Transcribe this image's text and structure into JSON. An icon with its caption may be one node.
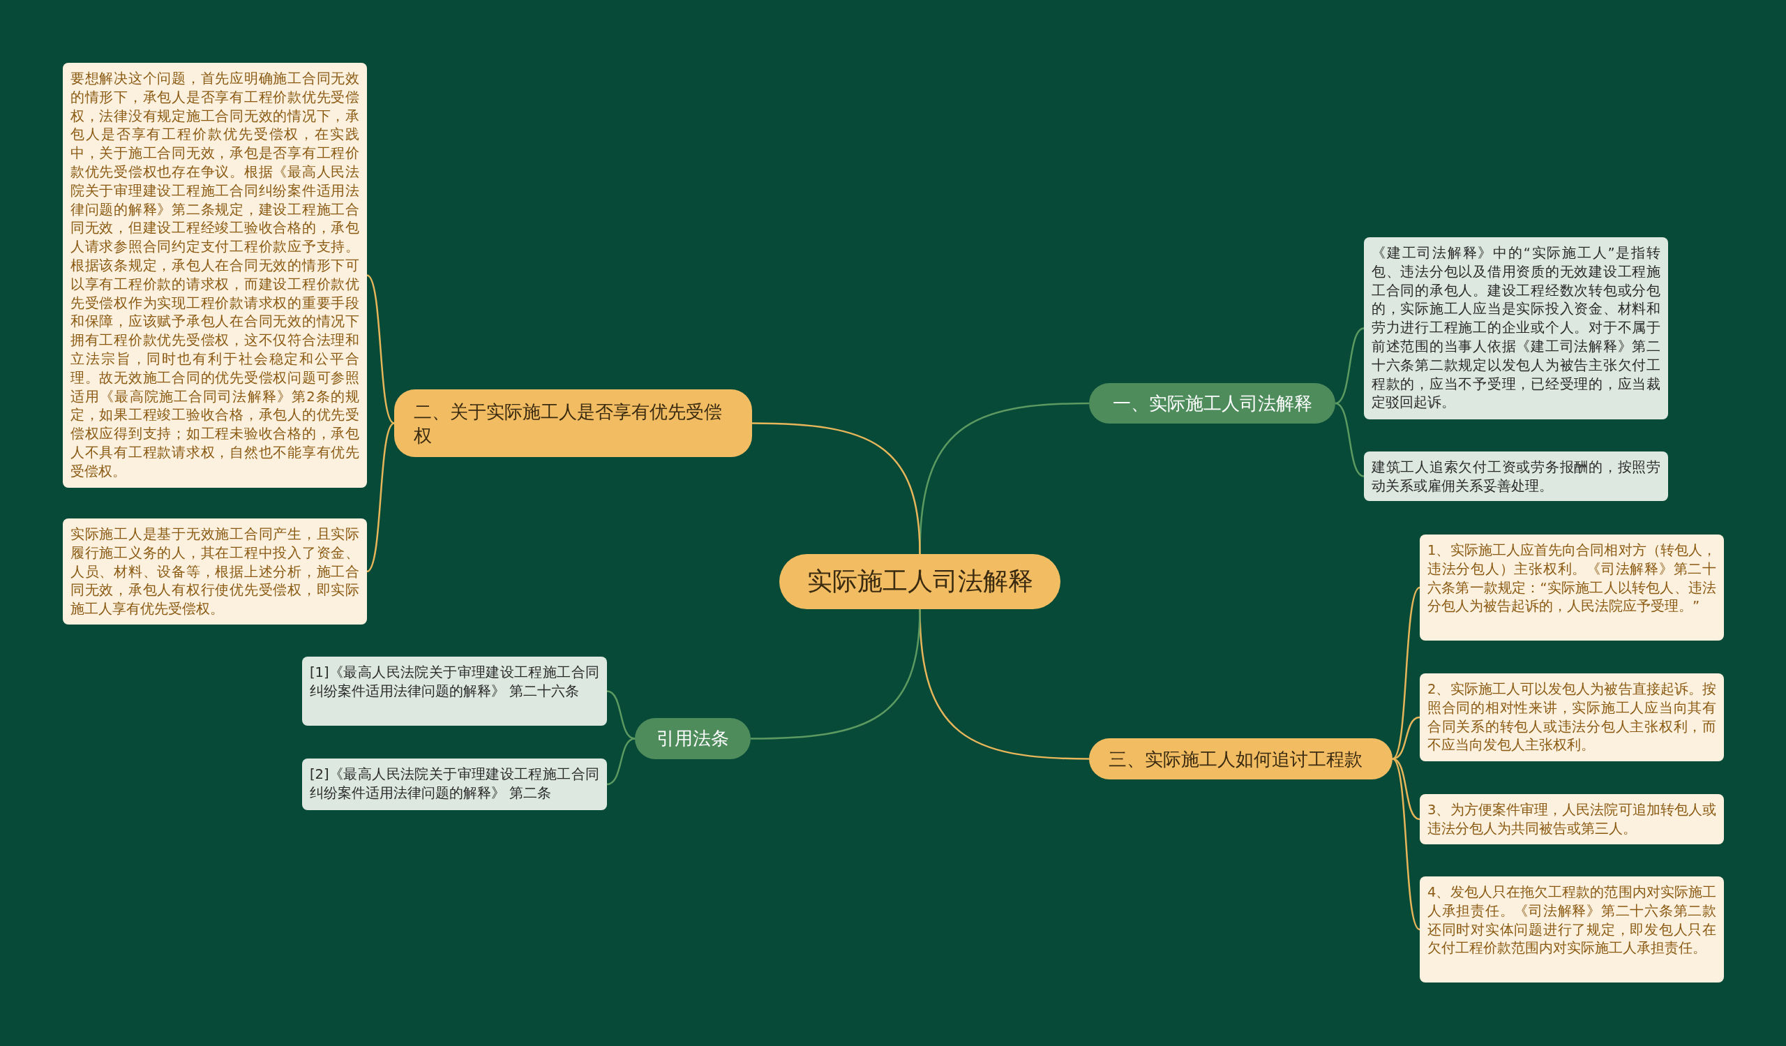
{
  "diagram": {
    "nodes": [
      {
        "text": [
          "实际施工人司法解释"
        ]
      },
      {
        "text": [
          "一、实际施工人司法解释"
        ]
      },
      {
        "text": [
          "《建工司法解释》中的“实际施工人”是指转包、违法分包以及借用资质的无效建设工程施工合同的承包人。建设工程经数次转包或分包的，实际施工人应当是实际投入资金、材料和劳力进行工程施工的企业或个人。对于不属于前述范围的当事人依据《建工司法解释》第二十六条第二款规定以发包人为被告主张欠付工程款的，应当不予受理，已经受理的，应当裁定驳回起诉。"
        ]
      },
      {
        "text": [
          "建筑工人追索欠付工资或劳务报酬的，按照劳动关系或雇佣关系妥善处理。"
        ]
      },
      {
        "text": [
          "三、实际施工人如何追讨工程款"
        ]
      },
      {
        "text": [
          "1、实际施工人应首先向合同相对方（转包人，违法分包人）主张权利。《司法解释》第二十六条第一款规定：“实际施工人以转包人、违法分包人为被告起诉的，人民法院应予受理。”"
        ]
      },
      {
        "text": [
          "2、实际施工人可以发包人为被告直接起诉。按照合同的相对性来讲，实际施工人应当向其有合同关系的转包人或违法分包人主张权利，而不应当向发包人主张权利。"
        ]
      },
      {
        "text": [
          "3、为方便案件审理，人民法院可追加转包人或违法分包人为共同被告或第三人。"
        ]
      },
      {
        "text": [
          "4、发包人只在拖欠工程款的范围内对实际施工人承担责任。《司法解释》第二十六条第二款还同时对实体问题进行了规定，即发包人只在欠付工程价款范围内对实际施工人承担责任。"
        ]
      },
      {
        "text": [
          "二、关于实际施工人是否享有优先受偿权"
        ]
      },
      {
        "text": [
          "要想解决这个问题，首先应明确施工合同无效的情形下，承包人是否享有工程价款优先受偿权，法律没有规定施工合同无效的情况下，承包人是否享有工程价款优先受偿权，在实践中，关于施工合同无效，承包是否享有工程价款优先受偿权也存在争议。根据《最高人民法院关于审理建设工程施工合同纠纷案件适用法律问题的解释》第二条规定，建设工程施工合同无效，但建设工程经竣工验收合格的，承包人请求参照合同约定支付工程价款应予支持。根据该条规定，承包人在合同无效的情形下可以享有工程价款的请求权，而建设工程价款优先受偿权作为实现工程价款请求权的重要手段和保障，应该赋予承包人在合同无效的情况下拥有工程价款优先受偿权，这不仅符合法理和立法宗旨，同时也有利于社会稳定和公平合理。故无效施工合同的优先受偿权问题可参照适用《最高院施工合同司法解释》第2条的规定，如果工程竣工验收合格，承包人的优先受偿权应得到支持；如工程未验收合格的，承包人不具有工程款请求权，自然也不能享有优先受偿权。"
        ]
      },
      {
        "text": [
          "实际施工人是基于无效施工合同产生，且实际履行施工义务的人，其在工程中投入了资金、人员、材料、设备等，根据上述分析，施工合同无效，承包人有权行使优先受偿权，即实际施工人享有优先受偿权。"
        ]
      },
      {
        "text": [
          "引用法条"
        ]
      },
      {
        "text": [
          "[1]《最高人民法院关于审理建设工程施工合同纠纷案件适用法律问题的解释》 第二十六条"
        ]
      },
      {
        "text": [
          "[2]《最高人民法院关于审理建设工程施工合同纠纷案件适用法律问题的解释》 第二条"
        ]
      }
    ],
    "edges": [
      {
        "from": 0,
        "to": 1,
        "arrow": "none",
        "color": "#5c9a62"
      },
      {
        "from": 1,
        "to": 2,
        "arrow": "none",
        "color": "#5c9a62"
      },
      {
        "from": 1,
        "to": 3,
        "arrow": "none",
        "color": "#5c9a62"
      },
      {
        "from": 0,
        "to": 4,
        "arrow": "none"
      },
      {
        "from": 4,
        "to": 5,
        "arrow": "none"
      },
      {
        "from": 4,
        "to": 6,
        "arrow": "none"
      },
      {
        "from": 4,
        "to": 7,
        "arrow": "none"
      },
      {
        "from": 4,
        "to": 8,
        "arrow": "none"
      },
      {
        "from": 0,
        "to": 9,
        "arrow": "none"
      },
      {
        "from": 9,
        "to": 10,
        "arrow": "none"
      },
      {
        "from": 9,
        "to": 11,
        "arrow": "none"
      },
      {
        "from": 0,
        "to": 12,
        "arrow": "none",
        "color": "#5c9a62"
      },
      {
        "from": 12,
        "to": 13,
        "arrow": "none",
        "color": "#5c9a62"
      },
      {
        "from": 12,
        "to": 14,
        "arrow": "none",
        "color": "#5c9a62"
      }
    ]
  }
}
